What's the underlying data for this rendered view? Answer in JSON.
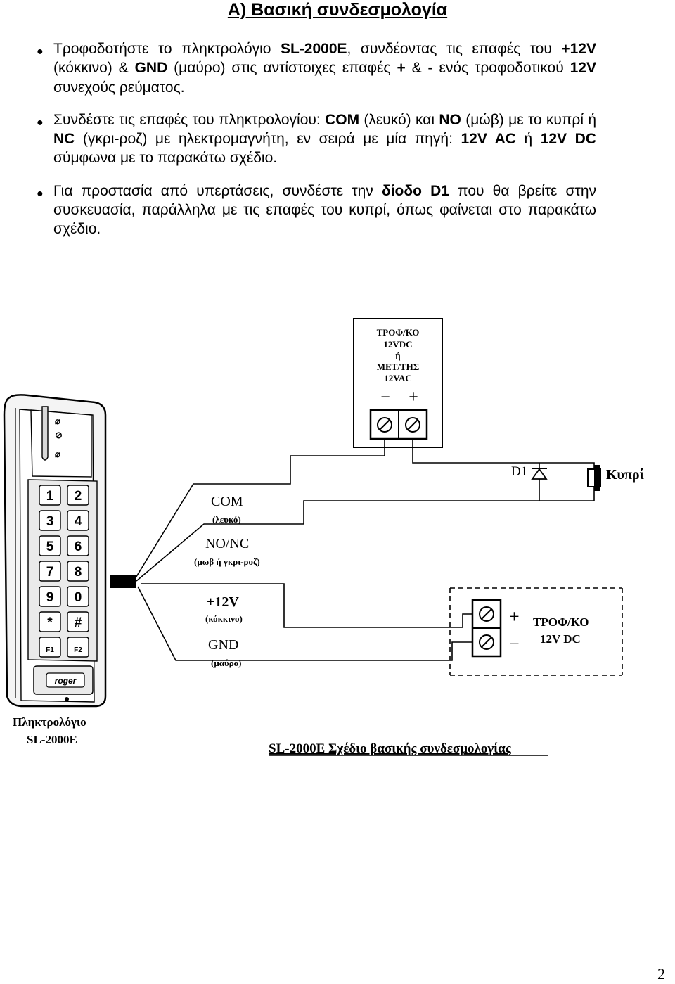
{
  "heading": "Α) Βασική συνδεσμολογία",
  "bullets": [
    {
      "p1": "Τροφοδοτήστε το πληκτρολόγιο ",
      "b1": "SL-2000E",
      "p2": ", συνδέοντας τις επαφές του ",
      "b2": "+12V",
      "p3": " (κόκκινο) & ",
      "b3": "GND",
      "p4": " (μαύρο) στις αντίστοιχες επαφές ",
      "b4": "+",
      "p5": " & ",
      "b5": "-",
      "p6": " ενός τροφοδοτικού ",
      "b6": "12V",
      "p7": " συνεχούς ρεύματος."
    },
    {
      "p1": "Συνδέστε τις επαφές του πληκτρολογίου: ",
      "b1": "COM",
      "p2": " (λευκό) και ",
      "b2": "NO",
      "p3": " (μώβ) με το κυπρί ή ",
      "b3": "NC",
      "p4": " (γκρι-ροζ) με ηλεκτρομαγνήτη, εν σειρά με μία πηγή: ",
      "b4": "12V AC",
      "p5": " ή ",
      "b5": "12V DC",
      "p6": " σύμφωνα με το παρακάτω σχέδιο."
    },
    {
      "p1": "Για προστασία από υπερτάσεις, συνδέστε την ",
      "b1": "δίοδο D1",
      "p2": " που θα βρείτε στην συσκευασία, παράλληλα με τις επαφές του κυπρί, όπως φαίνεται στο παρακάτω σχέδιο."
    }
  ],
  "diagram": {
    "top_psu": {
      "line1": "ΤΡΟΦ/ΚΟ",
      "line2": "12VDC",
      "line3": "ή",
      "line4": "ΜΕΤ/ΤΗΣ",
      "line5": "12VAC",
      "minus": "−",
      "plus": "+"
    },
    "diode_label": "D1",
    "strike_label": "Κυπρί",
    "wires": {
      "com": "COM",
      "com_color": "(λευκό)",
      "nonc": "NO/NC",
      "nonc_color": "(μωβ ή γκρι-ροζ)",
      "v12": "+12V",
      "v12_color": "(κόκκινο)",
      "gnd": "GND",
      "gnd_color": "(μαύρο)"
    },
    "bottom_psu": {
      "plus": "+",
      "minus": "−",
      "line1": "ΤΡΟΦ/ΚΟ",
      "line2": "12V DC"
    },
    "keypad": {
      "keys": [
        "1",
        "2",
        "3",
        "4",
        "5",
        "6",
        "7",
        "8",
        "9",
        "0",
        "*",
        "#",
        "F1",
        "F2"
      ],
      "brand": "roger",
      "caption1": "Πληκτρολόγιο",
      "caption2": "SL-2000E"
    },
    "caption": "SL-2000E  Σχέδιο βασικής συνδεσμολογίας"
  },
  "page_number": "2"
}
